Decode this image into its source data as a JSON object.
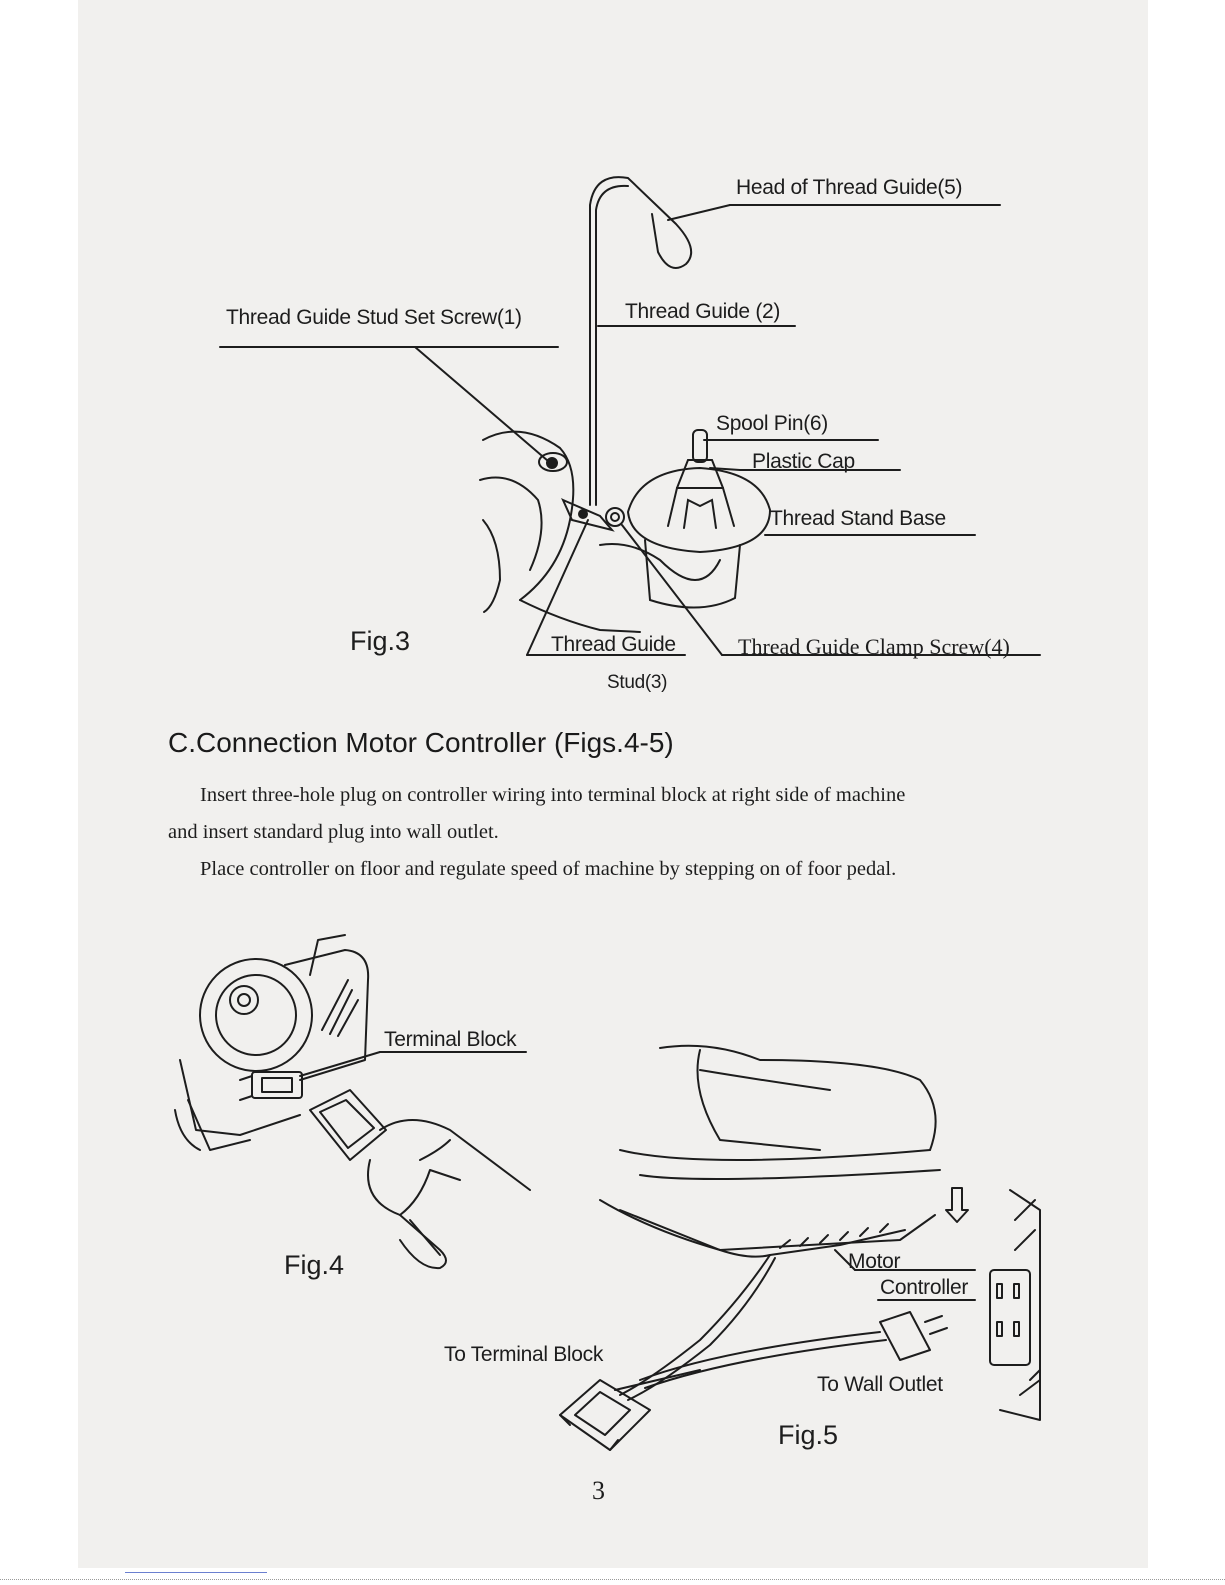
{
  "figure3": {
    "caption": "Fig.3",
    "labels": {
      "head_of_thread_guide": "Head of Thread Guide(5)",
      "thread_guide_stud_set_screw": "Thread Guide Stud Set Screw(1)",
      "thread_guide": "Thread Guide (2)",
      "spool_pin": "Spool Pin(6)",
      "plastic_cap": "Plastic Cap",
      "thread_stand_base": "Thread Stand Base",
      "thread_guide_stud_line1": "Thread Guide",
      "thread_guide_stud_line2": "Stud(3)",
      "thread_guide_clamp_screw": "Thread Guide Clamp Screw(4)"
    }
  },
  "section": {
    "heading": "C.Connection Motor Controller (Figs.4-5)",
    "paragraph1_line1": "Insert three-hole plug on controller wiring into terminal block at right side of machine",
    "paragraph1_line2": "and insert standard plug into wall outlet.",
    "paragraph2": "Place controller on floor and regulate speed of machine by stepping on of foor pedal."
  },
  "figure4": {
    "caption": "Fig.4",
    "labels": {
      "terminal_block": "Terminal Block"
    }
  },
  "figure5": {
    "caption": "Fig.5",
    "labels": {
      "motor": "Motor",
      "controller": "Controller",
      "to_terminal_block": "To Terminal Block",
      "to_wall_outlet": "To Wall Outlet"
    }
  },
  "page_number": "3"
}
